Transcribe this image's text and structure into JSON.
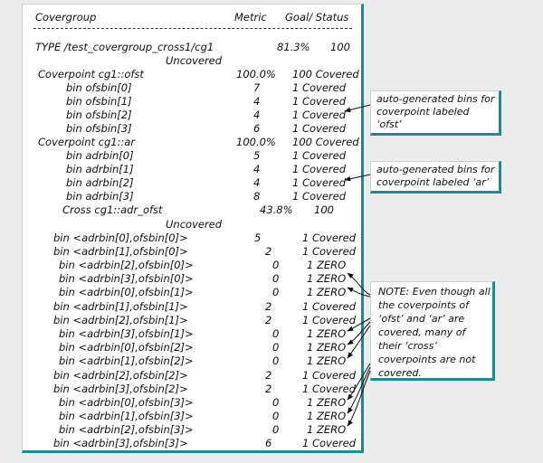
{
  "header": {
    "col_group": "Covergroup",
    "col_metric": "Metric",
    "col_goal": "Goal/ Status"
  },
  "type_row": {
    "label": "TYPE /test_covergroup_cross1/cg1",
    "metric": "81.3%",
    "goal": "100",
    "status": "Uncovered"
  },
  "coverpoints": [
    {
      "label": "Coverpoint cg1::ofst",
      "metric": "100.0%",
      "status": "100 Covered",
      "bins": [
        {
          "label": "bin ofsbin[0]",
          "count": "7",
          "status": "1 Covered"
        },
        {
          "label": "bin ofsbin[1]",
          "count": "4",
          "status": "1 Covered"
        },
        {
          "label": "bin ofsbin[2]",
          "count": "4",
          "status": "1 Covered"
        },
        {
          "label": "bin ofsbin[3]",
          "count": "6",
          "status": "1 Covered"
        }
      ]
    },
    {
      "label": "Coverpoint cg1::ar",
      "metric": "100.0%",
      "status": "100 Covered",
      "bins": [
        {
          "label": "bin adrbin[0]",
          "count": "5",
          "status": "1 Covered"
        },
        {
          "label": "bin adrbin[1]",
          "count": "4",
          "status": "1 Covered"
        },
        {
          "label": "bin adrbin[2]",
          "count": "4",
          "status": "1 Covered"
        },
        {
          "label": "bin adrbin[3]",
          "count": "8",
          "status": "1 Covered"
        }
      ]
    }
  ],
  "cross": {
    "label": "Cross cg1::adr_ofst",
    "metric": "43.8%",
    "goal": "100",
    "status": "Uncovered",
    "bins": [
      {
        "label": "bin <adrbin[0],ofsbin[0]>",
        "count": "5",
        "status": "1 Covered"
      },
      {
        "label": "bin <adrbin[1],ofsbin[0]>",
        "count": "2",
        "status": "1 Covered"
      },
      {
        "label": "bin <adrbin[2],ofsbin[0]>",
        "count": "0",
        "status": "1 ZERO"
      },
      {
        "label": "bin <adrbin[3],ofsbin[0]>",
        "count": "0",
        "status": "1 ZERO"
      },
      {
        "label": "bin <adrbin[0],ofsbin[1]>",
        "count": "0",
        "status": "1 ZERO"
      },
      {
        "label": "bin <adrbin[1],ofsbin[1]>",
        "count": "2",
        "status": "1 Covered"
      },
      {
        "label": "bin <adrbin[2],ofsbin[1]>",
        "count": "2",
        "status": "1 Covered"
      },
      {
        "label": "bin <adrbin[3],ofsbin[1]>",
        "count": "0",
        "status": "1 ZERO"
      },
      {
        "label": "bin <adrbin[0],ofsbin[2]>",
        "count": "0",
        "status": "1 ZERO"
      },
      {
        "label": "bin <adrbin[1],ofsbin[2]>",
        "count": "0",
        "status": "1 ZERO"
      },
      {
        "label": "bin <adrbin[2],ofsbin[2]>",
        "count": "2",
        "status": "1 Covered"
      },
      {
        "label": "bin <adrbin[3],ofsbin[2]>",
        "count": "2",
        "status": "1 Covered"
      },
      {
        "label": "bin <adrbin[0],ofsbin[3]>",
        "count": "0",
        "status": "1 ZERO"
      },
      {
        "label": "bin <adrbin[1],ofsbin[3]>",
        "count": "0",
        "status": "1 ZERO"
      },
      {
        "label": "bin <adrbin[2],ofsbin[3]>",
        "count": "0",
        "status": "1 ZERO"
      },
      {
        "label": "bin <adrbin[3],ofsbin[3]>",
        "count": "6",
        "status": "1 Covered"
      }
    ]
  },
  "notes": {
    "ofst": [
      "auto-generated bins for",
      "coverpoint labeled",
      "‘ofst’"
    ],
    "ar": [
      "auto-generated bins for",
      "coverpoint labeled ‘ar’"
    ],
    "cross": [
      "NOTE: Even though all",
      "the coverpoints of",
      "‘ofst’ and ‘ar’ are",
      "covered, many of",
      "their ‘cross’",
      "coverpoints are not",
      "covered."
    ]
  },
  "colors": {
    "accent": "#1e8b8b",
    "background": "#ececec",
    "panel": "#ffffff"
  }
}
